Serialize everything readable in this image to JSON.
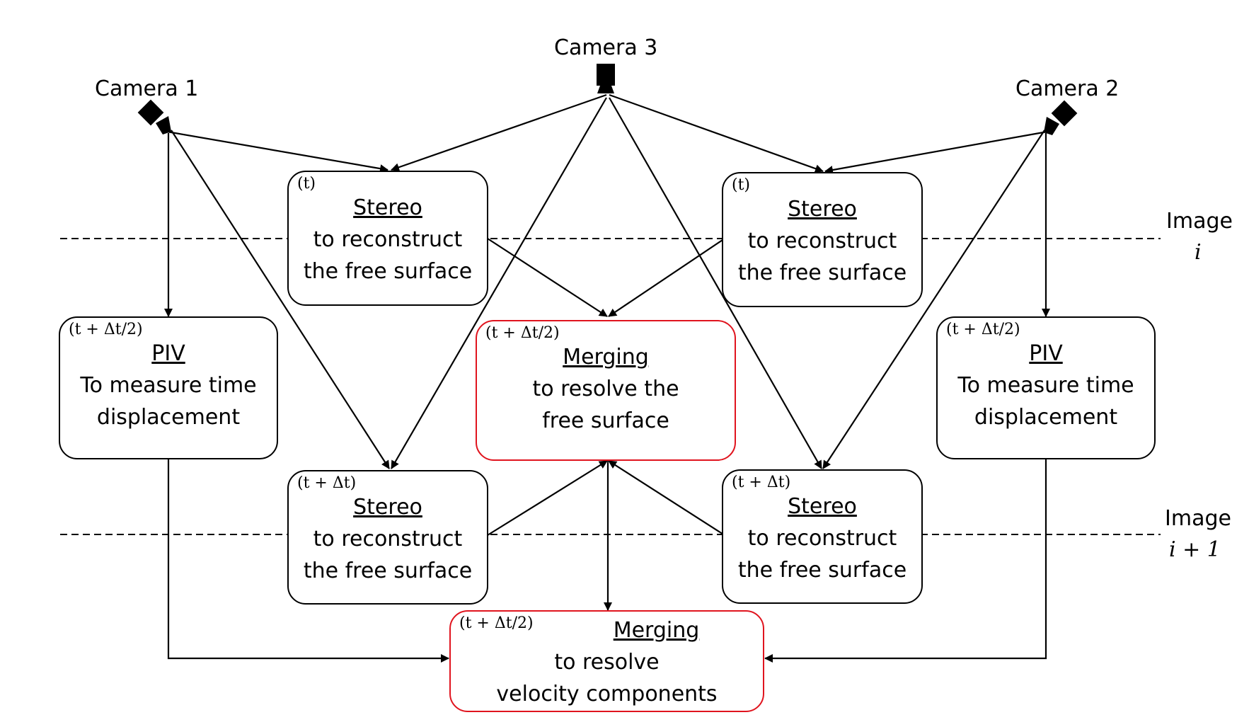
{
  "cameras": {
    "camera1": "Camera 1",
    "camera2": "Camera 2",
    "camera3": "Camera 3"
  },
  "image_labels": {
    "image_i": {
      "word": "Image",
      "index": "i"
    },
    "image_i1": {
      "word": "Image",
      "index": "i + 1"
    }
  },
  "boxes": {
    "stereo_t_left": {
      "tag": "(t)",
      "title": "Stereo",
      "line1": "to reconstruct",
      "line2": "the free surface"
    },
    "stereo_t_right": {
      "tag": "(t)",
      "title": "Stereo",
      "line1": "to reconstruct",
      "line2": "the free surface"
    },
    "piv_left": {
      "tag": "(t + Δt/2)",
      "title": "PIV",
      "line1": "To measure time",
      "line2": "displacement"
    },
    "piv_right": {
      "tag": "(t + Δt/2)",
      "title": "PIV",
      "line1": "To measure time",
      "line2": "displacement"
    },
    "merging_surface": {
      "tag": "(t + Δt/2)",
      "title": "Merging",
      "line1": "to resolve the",
      "line2": "free surface"
    },
    "stereo_tdt_left": {
      "tag": "(t + Δt)",
      "title": "Stereo",
      "line1": "to reconstruct",
      "line2": "the free surface"
    },
    "stereo_tdt_right": {
      "tag": "(t + Δt)",
      "title": "Stereo",
      "line1": "to reconstruct",
      "line2": "the free surface"
    },
    "merging_velocity": {
      "tag": "(t + Δt/2)",
      "title": "Merging",
      "line1": "to resolve",
      "line2": "velocity components"
    }
  },
  "colors": {
    "line": "#000000",
    "highlight": "#e0141e"
  },
  "icons": {
    "camera": "camera-icon"
  }
}
